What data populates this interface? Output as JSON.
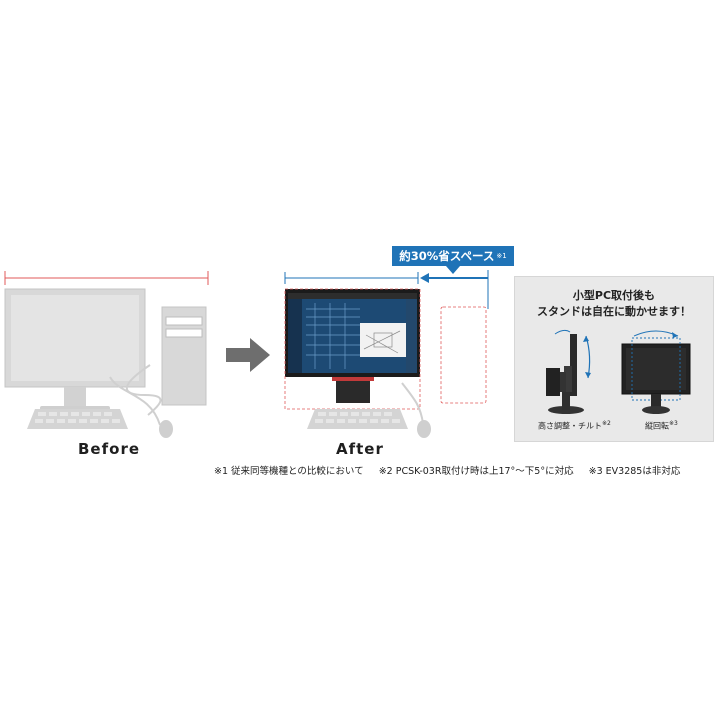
{
  "before_label": "Before",
  "after_label": "After",
  "space_badge": {
    "text": "約30%省スペース",
    "mark": "※1"
  },
  "panel": {
    "heading_line1": "小型PC取付後も",
    "heading_line2": "スタンドは自在に動かせます！",
    "caption_left": "高さ調整・チルト",
    "caption_left_mark": "※2",
    "caption_right": "縦回転",
    "caption_right_mark": "※3"
  },
  "footnotes": [
    "※1 従来同等機種との比較において",
    "※2 PCSK-03R取付け時は上17°～下5°に対応",
    "※3 EV3285は非対応"
  ],
  "colors": {
    "accent_blue": "#1f73b7",
    "guide_red": "#e05a5a",
    "placeholder_gray": "#d8d8d8",
    "arrow_gray": "#6e6e6e",
    "panel_bg": "#e9e9e9"
  }
}
